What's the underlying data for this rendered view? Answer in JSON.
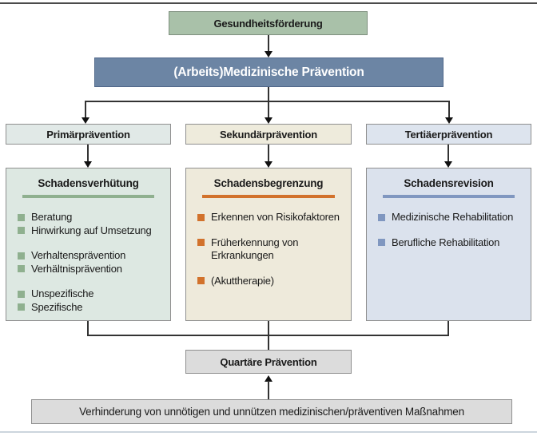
{
  "figure": {
    "top_box": {
      "label": "Gesundheitsförderung",
      "bg": "#a9c1a9"
    },
    "main_box": {
      "label": "(Arbeits)Medizinische Prävention",
      "bg": "#6c85a4"
    },
    "columns": [
      {
        "header": "Primärprävention",
        "title": "Schadensverhütung",
        "accent": "#8fb08f",
        "header_bg": "#e1e9e7",
        "body_bg": "#dde8e2",
        "groups": [
          [
            "Beratung",
            "Hinwirkung auf Umsetzung"
          ],
          [
            "Verhaltensprävention",
            "Verhältnisprävention"
          ],
          [
            "Unspezifische",
            "Spezifische"
          ]
        ]
      },
      {
        "header": "Sekundärprävention",
        "title": "Schadensbegrenzung",
        "accent": "#d2722c",
        "header_bg": "#eeebdc",
        "body_bg": "#eeeadb",
        "groups": [
          [
            "Erkennen von Risikofaktoren"
          ],
          [
            "Früherkennung von Erkrankungen"
          ],
          [
            "(Akuttherapie)"
          ]
        ]
      },
      {
        "header": "Tertiäerprävention",
        "title": "Schadensrevision",
        "accent": "#8097c0",
        "header_bg": "#dde4ee",
        "body_bg": "#dbe2ed",
        "groups": [
          [
            "Medizinische Rehabilitation"
          ],
          [
            "Berufliche Rehabilitation"
          ]
        ]
      }
    ],
    "quartary_box": {
      "label": "Quartäre Prävention"
    },
    "bottom_box": {
      "label": "Verhinderung von unnötigen und unnützen medizinischen/präventiven Maßnahmen"
    }
  }
}
